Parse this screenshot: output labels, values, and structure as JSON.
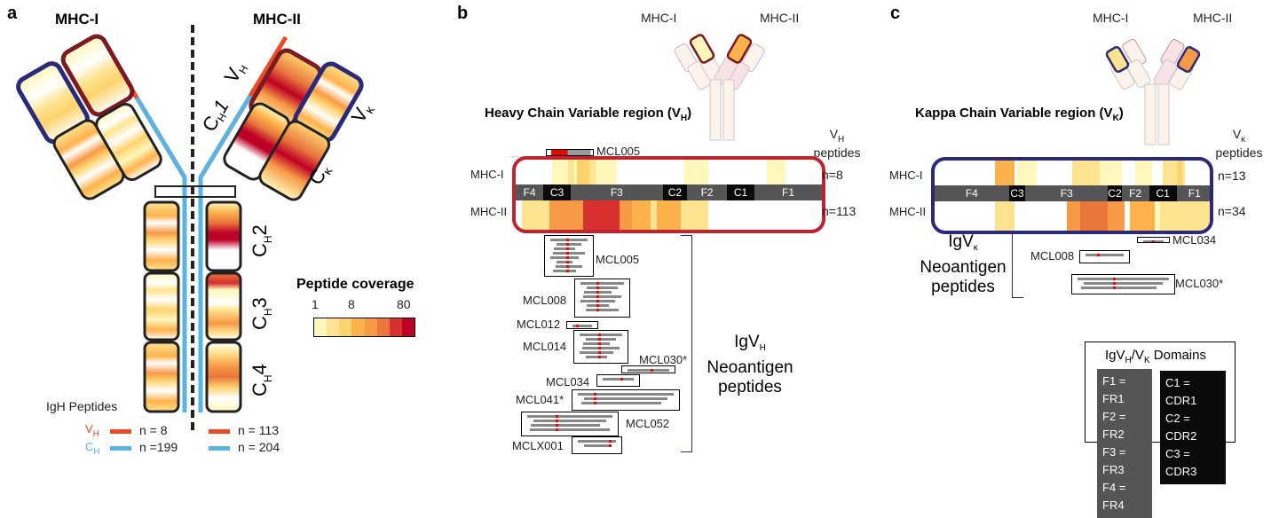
{
  "panels": {
    "a": {
      "letter": "a",
      "left_title": "MHC-I",
      "right_title": "MHC-II",
      "domain_labels": {
        "vh": "V",
        "vh_sub": "H",
        "ch1": "C",
        "ch1_sub": "H",
        "ch1_num": "1",
        "vk": "V",
        "vk_sub": "κ",
        "ck": "C",
        "ck_sub": "κ",
        "ch2": "C",
        "ch2_sub": "H",
        "ch2_num": "2",
        "ch3": "C",
        "ch3_sub": "H",
        "ch3_num": "3",
        "ch4": "C",
        "ch4_sub": "H",
        "ch4_num": "4"
      },
      "legend": {
        "title": "Peptide coverage",
        "ticks": [
          "1",
          "8",
          "80"
        ],
        "colors": [
          "#fff7bc",
          "#fee391",
          "#fdd36f",
          "#feb24c",
          "#f79a45",
          "#e8763d",
          "#d7302f",
          "#bd0026"
        ]
      },
      "igh_peptides": {
        "title": "IgH Peptides",
        "rows": [
          {
            "label": "V",
            "sub": "H",
            "color": "#ea4b26",
            "mhc1": "n = 8",
            "mhc2": "n = 113"
          },
          {
            "label": "C",
            "sub": "H",
            "color": "#5bb3e2",
            "mhc1": "n =199",
            "mhc2": "n = 204"
          }
        ]
      }
    },
    "b": {
      "letter": "b",
      "mini_left": "MHC-I",
      "mini_right": "MHC-II",
      "title": "Heavy Chain Variable region (V",
      "title_sub": "H",
      "title_end": ")",
      "peptides_header": "V",
      "peptides_header_sub": "H",
      "peptides_word": "peptides",
      "row1_label": "MHC-I",
      "row2_label": "MHC-II",
      "row1_n": "n=8",
      "row2_n": "n=113",
      "mcl005_top": "MCL005",
      "domains": [
        "F4",
        "C3",
        "F3",
        "C2",
        "F2",
        "C1",
        "F1"
      ],
      "neo_title": "IgV",
      "neo_sub": "H",
      "neo_line2": "Neoantigen",
      "neo_line3": "peptides",
      "samples": [
        "MCL005",
        "MCL008",
        "MCL012",
        "MCL014",
        "MCL030*",
        "MCL034",
        "MCL041*",
        "MCL052",
        "MCLX001"
      ]
    },
    "c": {
      "letter": "c",
      "mini_left": "MHC-I",
      "mini_right": "MHC-II",
      "title": "Kappa Chain Variable region (V",
      "title_sub": "K",
      "title_end": ")",
      "peptides_header": "V",
      "peptides_header_sub": "κ",
      "peptides_word": "peptides",
      "row1_label": "MHC-I",
      "row2_label": "MHC-II",
      "row1_n": "n=13",
      "row2_n": "n=34",
      "domains": [
        "F4",
        "C3",
        "F3",
        "C2",
        "F2",
        "C1",
        "F1"
      ],
      "neo_title": "IgV",
      "neo_sub": "κ",
      "neo_line2": "Neoantigen",
      "neo_line3": "peptides",
      "samples": [
        "MCL034",
        "MCL008",
        "MCL030*"
      ],
      "domains_legend": {
        "title_a": "IgV",
        "title_sub_a": "H",
        "title_b": "/V",
        "title_sub_b": "K",
        "title_c": " Domains",
        "fr": [
          "F1 = FR1",
          "F2 = FR2",
          "F3 = FR3",
          "F4 = FR4"
        ],
        "cdr": [
          "C1 = CDR1",
          "C2 = CDR2",
          "C3 = CDR3"
        ]
      }
    }
  },
  "colors": {
    "vh_red": "#ea4b26",
    "ch_blue": "#5bb3e2",
    "heavy_box": "#7a1a22",
    "kappa_box": "#2b2a78",
    "vh_panel_border": "#c0232e",
    "vk_panel_border": "#2b2a78",
    "fr_gray": "#555557",
    "cdr_black": "#0a0a0a"
  }
}
